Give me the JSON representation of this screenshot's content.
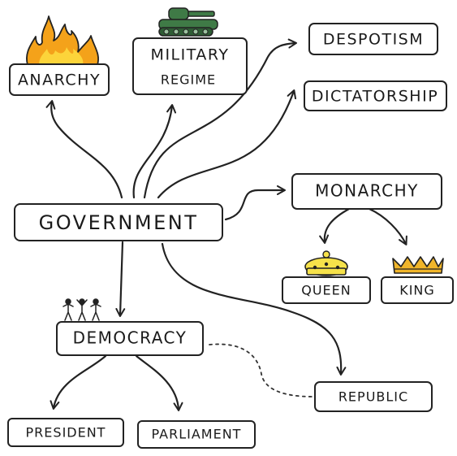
{
  "nodes": {
    "government": "GOVERNMENT",
    "anarchy": "ANARCHY",
    "military_line1": "MILITARY",
    "military_line2": "REGIME",
    "despotism": "DESPOTISM",
    "dictatorship": "DICTATORSHIP",
    "monarchy": "MONARCHY",
    "queen": "QUEEN",
    "king": "KING",
    "democracy": "DEMOCRACY",
    "president": "PRESIDENT",
    "parliament": "PARLIAMENT",
    "republic": "REPUBLIC"
  },
  "icons": {
    "anarchy": "fire-icon",
    "military": "tank-icon",
    "queen": "queen-crown-icon",
    "king": "king-crown-icon",
    "democracy": "people-icon"
  },
  "colors": {
    "fire_outer": "#f4a21a",
    "fire_inner": "#fcd43a",
    "tank": "#3f7a46",
    "queen_crown": "#f6e24a",
    "king_crown": "#f0b52a",
    "ink": "#222222"
  }
}
